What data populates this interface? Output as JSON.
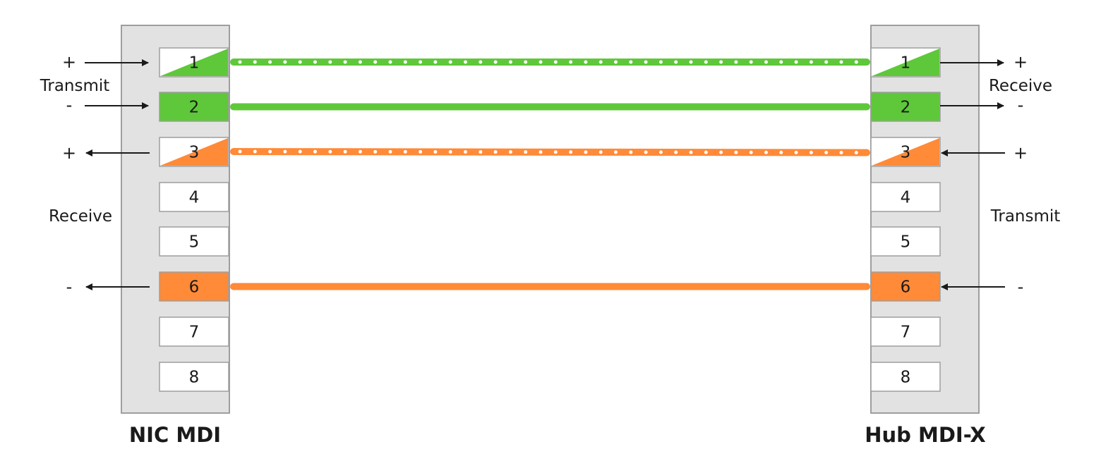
{
  "left_device": {
    "title": "NIC MDI",
    "pins": [
      "1",
      "2",
      "3",
      "4",
      "5",
      "6",
      "7",
      "8"
    ],
    "transmit_label": "Transmit",
    "receive_label": "Receive",
    "tx_plus": "+",
    "tx_minus": "-",
    "rx_plus": "+",
    "rx_minus": "-"
  },
  "right_device": {
    "title": "Hub MDI-X",
    "pins": [
      "1",
      "2",
      "3",
      "4",
      "5",
      "6",
      "7",
      "8"
    ],
    "receive_label": "Receive",
    "transmit_label": "Transmit",
    "rx_plus": "+",
    "rx_minus": "-",
    "tx_plus": "+",
    "tx_minus": "-"
  },
  "colors": {
    "green": "#5ec83a",
    "orange": "#ff8a38",
    "panel": "#e2e2e2",
    "panel_border": "#9e9e9e",
    "arrow": "#1a1a1a"
  },
  "wires": [
    {
      "from_pin": "1",
      "to_pin": "1",
      "color": "green",
      "style": "striped"
    },
    {
      "from_pin": "2",
      "to_pin": "2",
      "color": "green",
      "style": "solid"
    },
    {
      "from_pin": "3",
      "to_pin": "3",
      "color": "orange",
      "style": "striped"
    },
    {
      "from_pin": "6",
      "to_pin": "6",
      "color": "orange",
      "style": "solid"
    }
  ]
}
